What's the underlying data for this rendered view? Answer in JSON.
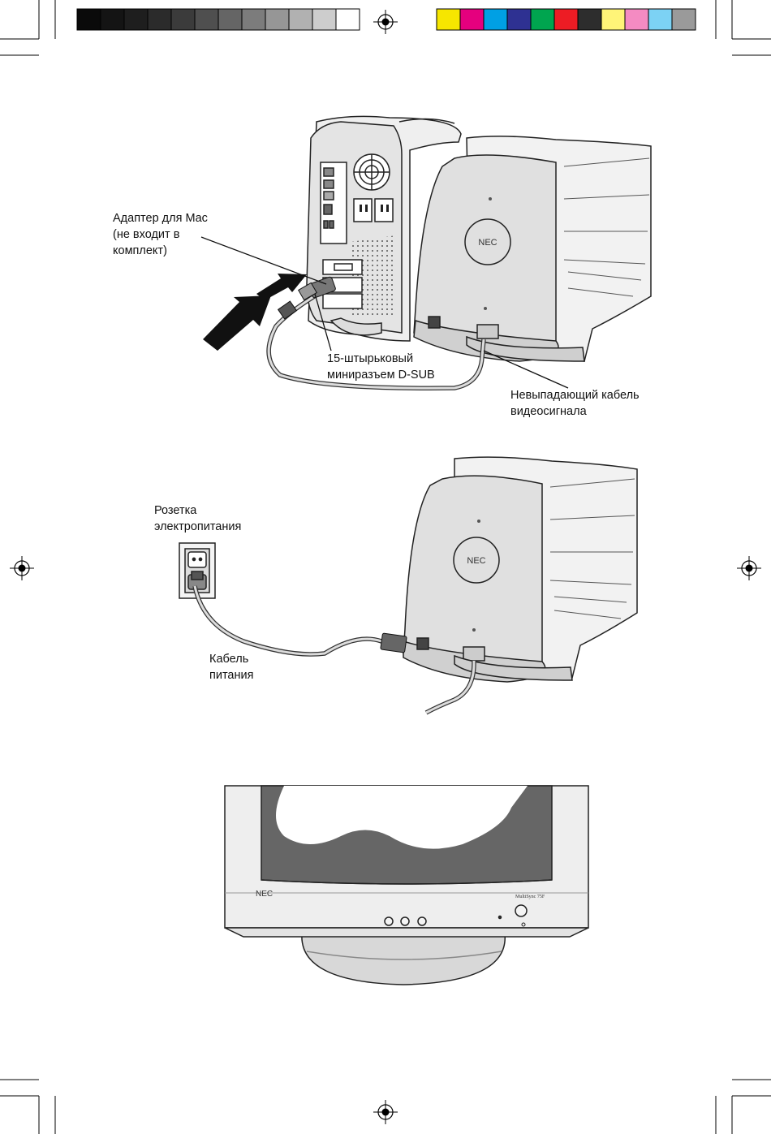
{
  "color_bar": {
    "grayscale": [
      "#0a0a0a",
      "#141414",
      "#1e1e1e",
      "#2b2b2b",
      "#3b3b3b",
      "#4f4f4f",
      "#656565",
      "#7c7c7c",
      "#969696",
      "#b1b1b1",
      "#cdcdcd",
      "#ffffff"
    ],
    "colors": [
      "#f6e600",
      "#e5007e",
      "#00a0e4",
      "#2e3192",
      "#00a54f",
      "#ed1c24",
      "#2d2d2d",
      "#fff478",
      "#f48bc2",
      "#7cd2f4",
      "#9a9a9a"
    ]
  },
  "figure1": {
    "adapter_label": "Адаптер для Mac\n(не входит в\nкомплект)",
    "connector_label": "15-штырьковый\nминиразъем D-SUB",
    "cable_label": "Невыпадающий кабель\nвидеосигнала",
    "monitor_logo": "NEC"
  },
  "figure2": {
    "outlet_label": "Розетка\nэлектропитания",
    "power_cable_label": "Кабель\nпитания",
    "monitor_logo": "NEC"
  },
  "figure3": {
    "front_logo": "NEC",
    "model_name": "MultiSync 75F"
  }
}
